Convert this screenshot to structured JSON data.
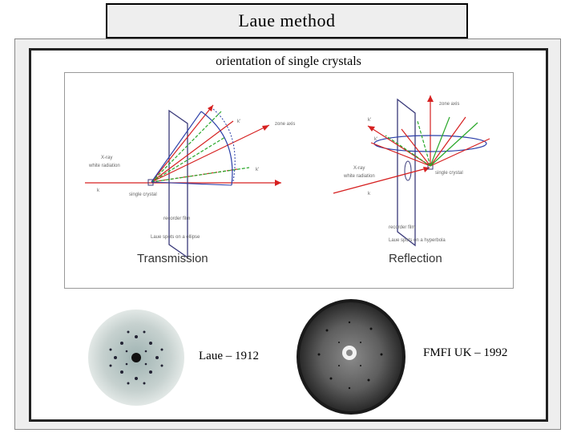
{
  "title": "Laue method",
  "subtitle": "orientation of single crystals",
  "diagram": {
    "transmission": {
      "panel_label": "Transmission",
      "xray_label": "X-ray",
      "white_label": "white radiation",
      "k_label": "k",
      "kprime_label": "k'",
      "kprime2_label": "k'",
      "zone_axis_label": "zone axis",
      "crystal_label": "single crystal",
      "film_label": "recorder film",
      "spots_label": "Laue spots on a ellipse"
    },
    "reflection": {
      "panel_label": "Reflection",
      "zone_axis_label": "zone axis",
      "xray_label": "X-ray",
      "white_label": "white radiation",
      "k_label": "k",
      "kprime_label": "k'",
      "kprime2_label": "k'",
      "crystal_label": "single crystal",
      "film_label": "recorder film",
      "spots_label": "Laue spots on a hyperbola"
    }
  },
  "captions": {
    "laue_1912": "Laue – 1912",
    "fmfi_1992": "FMFI UK – 1992"
  },
  "colors": {
    "red": "#d62020",
    "green": "#2aa82a",
    "blue": "#2a3ea8",
    "film": "#3a3a7a"
  }
}
